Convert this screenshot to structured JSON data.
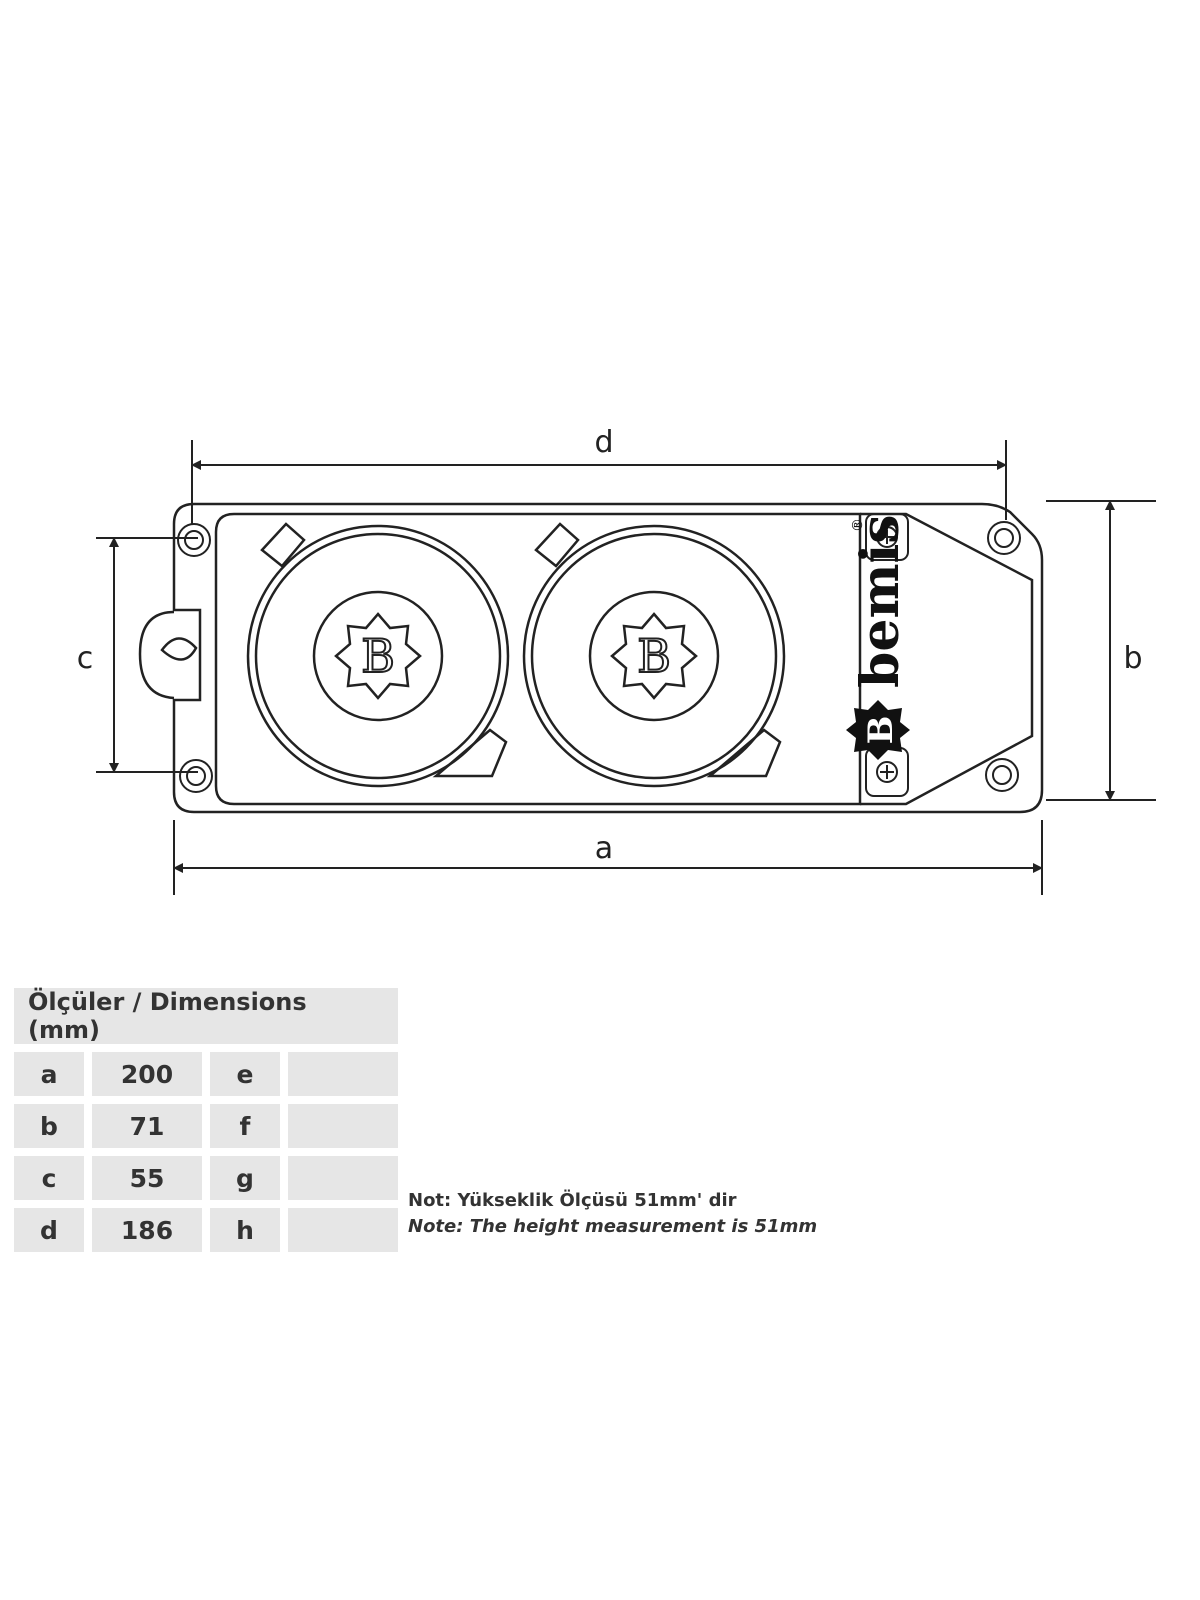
{
  "drawing": {
    "labels": {
      "a": "a",
      "b": "b",
      "c": "c",
      "d": "d"
    },
    "brand": {
      "text": "bemis",
      "registered": "®",
      "logo_letter": "B"
    },
    "socket_logo_letter": "B"
  },
  "table": {
    "header": "Ölçüler / Dimensions (mm)",
    "rows": [
      {
        "label": "a",
        "value": "200",
        "label2": "e",
        "value2": ""
      },
      {
        "label": "b",
        "value": "71",
        "label2": "f",
        "value2": ""
      },
      {
        "label": "c",
        "value": "55",
        "label2": "g",
        "value2": ""
      },
      {
        "label": "d",
        "value": "186",
        "label2": "h",
        "value2": ""
      }
    ]
  },
  "note": {
    "tr": "Not:  Yükseklik Ölçüsü 51mm' dir",
    "en": "Note: The height measurement is 51mm"
  }
}
